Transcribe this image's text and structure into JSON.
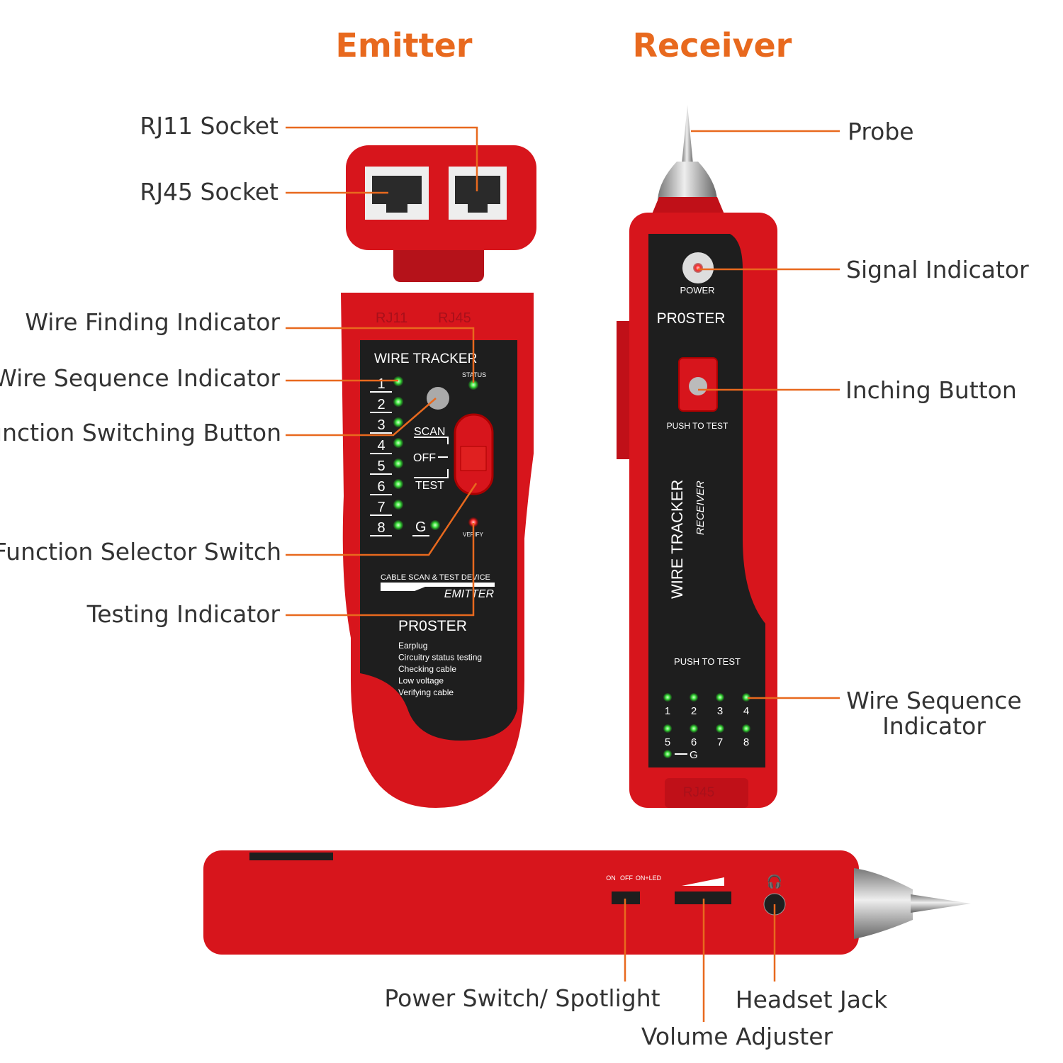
{
  "titles": {
    "emitter": "Emitter",
    "receiver": "Receiver"
  },
  "emitter_labels": {
    "rj11": "RJ11 Socket",
    "rj45": "RJ45 Socket",
    "wire_finding": "Wire Finding Indicator",
    "wire_sequence": "Wire Sequence Indicator",
    "function_switching": "Function Switching Button",
    "function_selector": "Function Selector Switch",
    "testing": "Testing Indicator"
  },
  "receiver_labels": {
    "probe": "Probe",
    "signal": "Signal Indicator",
    "inching": "Inching Button",
    "wire_sequence_1": "Wire Sequence",
    "wire_sequence_2": "Indicator"
  },
  "bottom_labels": {
    "power": "Power Switch/ Spotlight",
    "headset": "Headset Jack",
    "volume": "Volume Adjuster"
  },
  "emitter_device": {
    "port_rj11": "RJ11",
    "port_rj45": "RJ45",
    "title": "WIRE TRACKER",
    "status": "STATUS",
    "numbers": [
      "1",
      "2",
      "3",
      "4",
      "5",
      "6",
      "7",
      "8"
    ],
    "ground": "G",
    "scan": "SCAN",
    "off": "OFF",
    "test": "TEST",
    "verify": "VERIFY",
    "cable_scan": "CABLE SCAN & TEST DEVICE",
    "emitter": "EMITTER",
    "brand": "PR0STER",
    "features": [
      "Earplug",
      "Circuitry status testing",
      "Checking cable",
      "Low voltage",
      "Verifying cable"
    ]
  },
  "receiver_device": {
    "power": "POWER",
    "brand": "PR0STER",
    "push1": "PUSH TO TEST",
    "wire_tracker": "WIRE TRACKER",
    "receiver": "RECEIVER",
    "push2": "PUSH TO TEST",
    "numbers": [
      "1",
      "2",
      "3",
      "4",
      "5",
      "6",
      "7",
      "8"
    ],
    "ground": "G",
    "port": "RJ45"
  },
  "side_device": {
    "on": "ON",
    "off": "OFF",
    "on_led": "ON+LED"
  },
  "colors": {
    "accent": "#E8691E",
    "body": "#D7151C",
    "panel": "#1E1E1E",
    "led_green": "#3BE03B",
    "led_red": "#FF2A2A"
  }
}
